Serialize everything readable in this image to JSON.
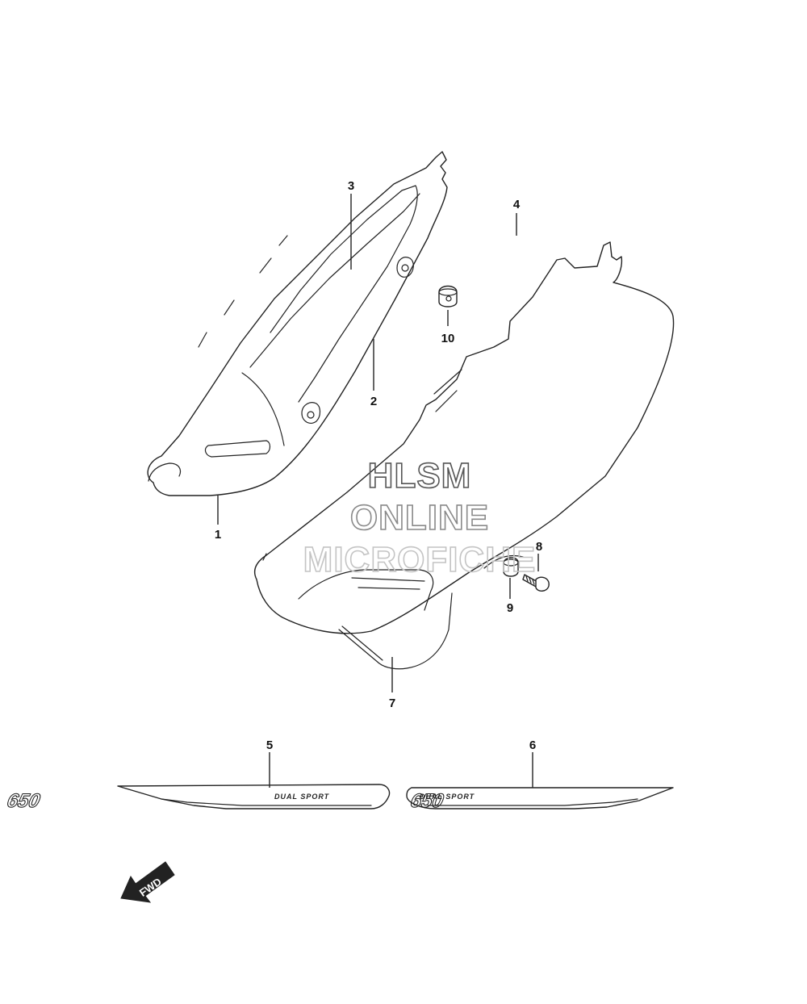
{
  "diagram": {
    "callouts": [
      {
        "id": "1",
        "label": "1"
      },
      {
        "id": "2",
        "label": "2"
      },
      {
        "id": "3",
        "label": "3"
      },
      {
        "id": "4",
        "label": "4"
      },
      {
        "id": "5",
        "label": "5"
      },
      {
        "id": "6",
        "label": "6"
      },
      {
        "id": "7",
        "label": "7"
      },
      {
        "id": "8",
        "label": "8"
      },
      {
        "id": "9",
        "label": "9"
      },
      {
        "id": "10",
        "label": "10"
      }
    ],
    "decal_model": "650",
    "decal_tagline": "DUAL SPORT",
    "direction_label": "FWD"
  },
  "watermark": {
    "line1": "HLSM",
    "line2": "ONLINE",
    "line3": "MICROFICHE",
    "colors": [
      "#555555",
      "#8a8a8a",
      "#c4c4c4"
    ]
  }
}
